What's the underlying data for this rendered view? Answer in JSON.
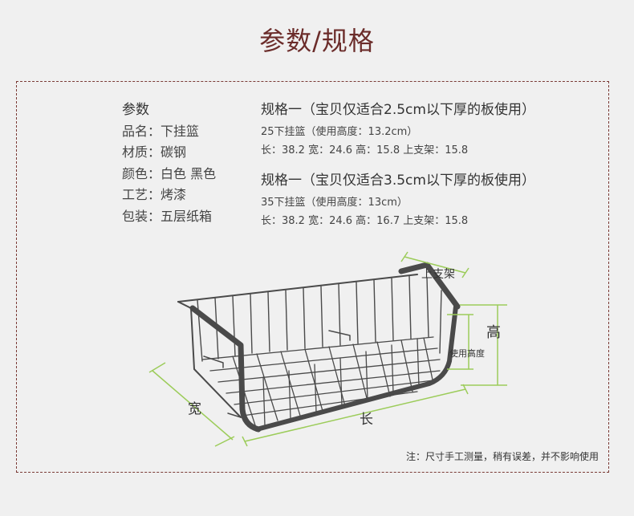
{
  "page_title": "参数/规格",
  "params": {
    "heading": "参数",
    "rows": [
      "品名：下挂篮",
      "材质：碳钢",
      "颜色：白色 黑色",
      "工艺：烤漆",
      "包装：五层纸箱"
    ]
  },
  "specs": [
    {
      "heading": "规格一（宝贝仅适合2.5cm以下厚的板使用）",
      "line1": "25下挂篮（使用高度：13.2cm）",
      "line2": "长：38.2  宽：24.6  高：15.8  上支架：15.8"
    },
    {
      "heading": "规格一（宝贝仅适合3.5cm以下厚的板使用）",
      "line1": "35下挂篮（使用高度：13cm）",
      "line2": "长：38.2  宽：24.6  高：16.7  上支架：15.8"
    }
  ],
  "diagram": {
    "label_top_bracket": "上支架",
    "label_height": "高",
    "label_use_height": "使用高度",
    "label_width": "宽",
    "label_length": "长"
  },
  "note": "注：尺寸手工测量，稍有误差，并不影响使用",
  "colors": {
    "title": "#6b2c2a",
    "frame": "#7a3a35",
    "dimension": "#9ccc5a",
    "basket": "#4a4a4a"
  }
}
